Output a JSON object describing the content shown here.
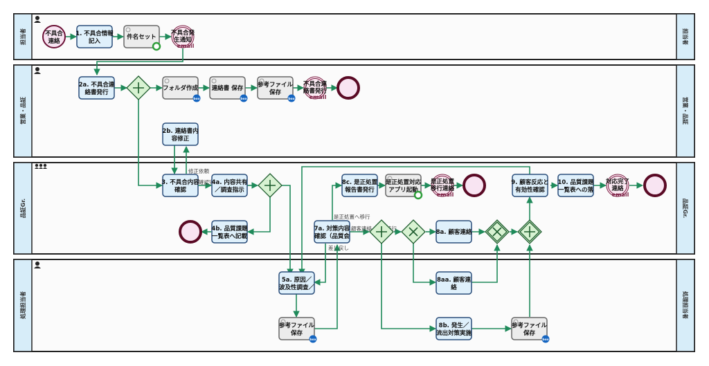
{
  "colors": {
    "flow": "#1f8a5a",
    "task_fill": "#dff0fb",
    "task_stroke": "#2a4d7a",
    "service_fill": "#ececec",
    "gateway_fill": "#d8f2d2",
    "end_event_stroke": "#5a0a25",
    "lane_header": "#d7edf9",
    "box_badge": "#1565c0",
    "timer_badge": "#2e9e3a"
  },
  "lanes": [
    {
      "label": "担当者",
      "role_icon": "single-person-icon"
    },
    {
      "label": "営業・品証",
      "role_icon": "single-person-icon"
    },
    {
      "label": "品証Gr.",
      "role_icon": "group-icon"
    },
    {
      "label": "処理担当者",
      "role_icon": "single-person-icon"
    }
  ],
  "events": {
    "start": {
      "label_l1": "不具合",
      "label_l2": "連絡"
    },
    "msg_notify": {
      "label_l1": "不具合発",
      "label_l2": "生通知",
      "tag": "email"
    },
    "msg_issue": {
      "label_l1": "不具合連",
      "label_l2": "絡書発行",
      "tag": "email"
    },
    "msg_correct": {
      "label_l1": "是正処置",
      "label_l2": "移行連絡",
      "tag": "email"
    },
    "msg_done": {
      "label_l1": "対応完了",
      "label_l2": "連絡",
      "tag": "email"
    }
  },
  "tasks": {
    "t1": {
      "l1": "1. 不具合情報",
      "l2": "記入"
    },
    "s_name": {
      "l1": "件名セット",
      "l2": ""
    },
    "t2a": {
      "l1": "2a. 不具合連",
      "l2": "絡書発行"
    },
    "s_folder": {
      "l1": "フォルダ作成",
      "l2": ""
    },
    "s_save": {
      "l1": "連絡書 保存",
      "l2": ""
    },
    "s_ref1": {
      "l1": "参考ファイル",
      "l2": "保存"
    },
    "t2b": {
      "l1": "2b. 連絡書内",
      "l2": "容修正"
    },
    "t3": {
      "l1": "3. 不具合内容",
      "l2": "確認"
    },
    "t4a": {
      "l1": "4a. 内容共有",
      "l2": "／調査指示"
    },
    "t4b": {
      "l1": "4b. 品質課題",
      "l2": "一覧表へ記載"
    },
    "t8c": {
      "l1": "8c. 是正処置",
      "l2": "報告書発行"
    },
    "s_app": {
      "l1": "是正処置対応",
      "l2": "アプリ起動"
    },
    "t7a": {
      "l1": "7a. 対策内容",
      "l2": "確認（品質会"
    },
    "t8a": {
      "l1": "8a. 顧客連絡",
      "l2": ""
    },
    "t9": {
      "l1": "9. 顧客反応と",
      "l2": "有効性確認"
    },
    "t10": {
      "l1": "10. 品質課題",
      "l2": "一覧表への落"
    },
    "t5a": {
      "l1": "5a. 原因／",
      "l2": "波及性調査／"
    },
    "s_ref2": {
      "l1": "参考ファイル",
      "l2": "保存"
    },
    "t8aa": {
      "l1": "8aa. 顧客連",
      "l2": "絡"
    },
    "t8b": {
      "l1": "8b. 発生／",
      "l2": "流出対策実施"
    },
    "s_ref3": {
      "l1": "参考ファイル",
      "l2": "保存"
    }
  },
  "flow_labels": {
    "revise_request": "修正依頼",
    "confirm_done": "確認完了",
    "to_correction": "是正処置へ移行",
    "customer_contact": "顧客連絡",
    "countermeasure": "対策移行",
    "send_back": "差し戻し"
  },
  "badges": {
    "box": "box"
  }
}
